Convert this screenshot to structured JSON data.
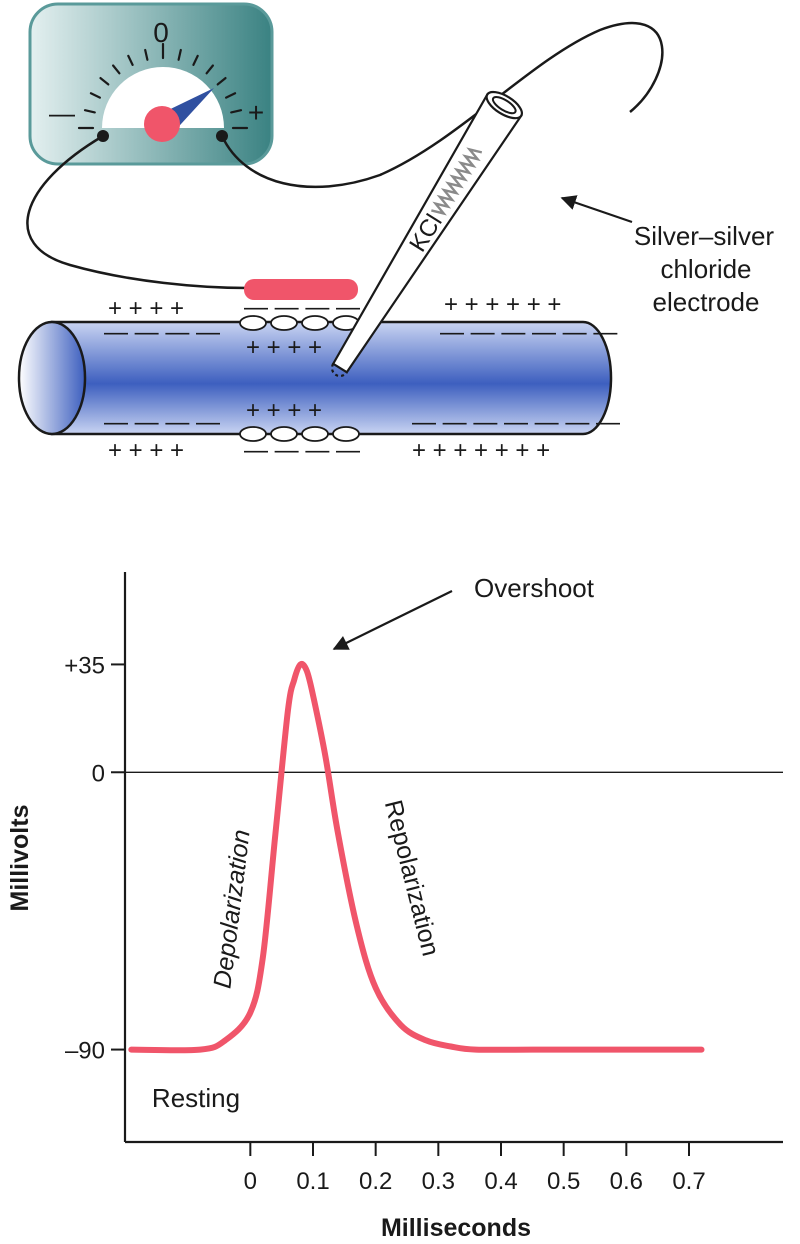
{
  "colors": {
    "accent_red": "#f0556a",
    "axon_blue_dark": "#3d5fbf",
    "axon_blue_light": "#c9d4f2",
    "meter_teal_dark": "#3a8282",
    "meter_teal_light": "#e4f0f0",
    "needle_blue": "#3050a0",
    "ink": "#1a1a1a"
  },
  "meter": {
    "zero_label": "0",
    "minus_label": "—",
    "plus_label": "+"
  },
  "electrode": {
    "solution_label": "KCl",
    "callout_lines": [
      "Silver–silver",
      "chloride",
      "electrode"
    ]
  },
  "axon": {
    "left_outer_top": "+ + + +",
    "left_inner_top": "— — — —",
    "left_inner_bottom": "— — — —",
    "left_outer_bottom": "+ + + +",
    "middle_outer_top": "— — — —",
    "middle_inner_top": "+ + + +",
    "middle_inner_bottom": "+ + + +",
    "middle_outer_bottom": "— — — —",
    "right_outer_top": "+ + + + + +",
    "right_inner_top": "— — — — — —",
    "right_inner_bottom": "— — — — — — —",
    "right_outer_bottom": "+ + + + + + +"
  },
  "chart_data": {
    "type": "line",
    "xlabel": "Milliseconds",
    "ylabel": "Millivolts",
    "x_ticks": [
      "0",
      "0.1",
      "0.2",
      "0.3",
      "0.4",
      "0.5",
      "0.6",
      "0.7"
    ],
    "y_ticks": [
      "+35",
      "0",
      "–90"
    ],
    "y_tick_values": [
      35,
      0,
      -90
    ],
    "xlim": [
      -0.2,
      0.85
    ],
    "ylim": [
      -120,
      65
    ],
    "series": [
      {
        "x": [
          -0.19,
          -0.08,
          -0.04,
          0.0,
          0.02,
          0.04,
          0.06,
          0.07,
          0.08,
          0.09,
          0.1,
          0.12,
          0.14,
          0.17,
          0.2,
          0.24,
          0.28,
          0.32,
          0.36,
          0.45,
          0.6,
          0.72
        ],
        "y": [
          -90,
          -90,
          -87,
          -78,
          -60,
          -20,
          20,
          30,
          35,
          33,
          25,
          5,
          -20,
          -50,
          -70,
          -82,
          -87,
          -89,
          -90,
          -90,
          -90,
          -90
        ]
      }
    ],
    "annotations": {
      "overshoot": "Overshoot",
      "depolarization": "Depolarization",
      "repolarization": "Repolarization",
      "resting": "Resting"
    }
  }
}
